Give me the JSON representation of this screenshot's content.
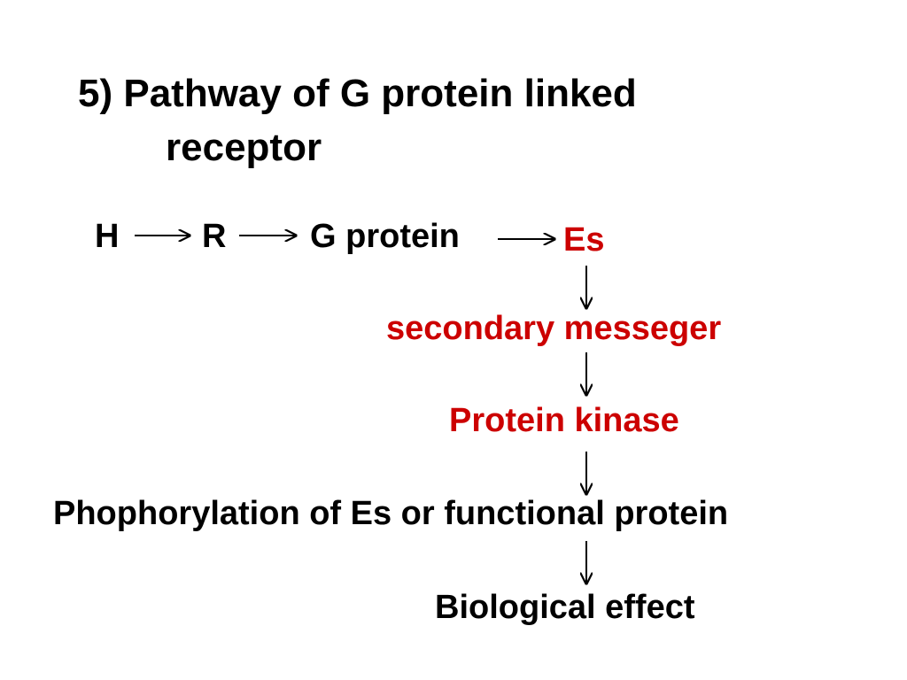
{
  "title": {
    "line1": "5) Pathway of G protein linked",
    "line2": "receptor"
  },
  "pathway": {
    "hormone": "H",
    "receptor": "R",
    "g_protein": "G protein",
    "effector": "Es",
    "second_messenger": "secondary messeger",
    "protein_kinase": "Protein kinase",
    "phosphorylation": "Phophorylation of Es or functional protein",
    "biological_effect": "Biological effect"
  },
  "colors": {
    "highlight": "#cc0000",
    "text": "#000000",
    "background": "#ffffff"
  }
}
